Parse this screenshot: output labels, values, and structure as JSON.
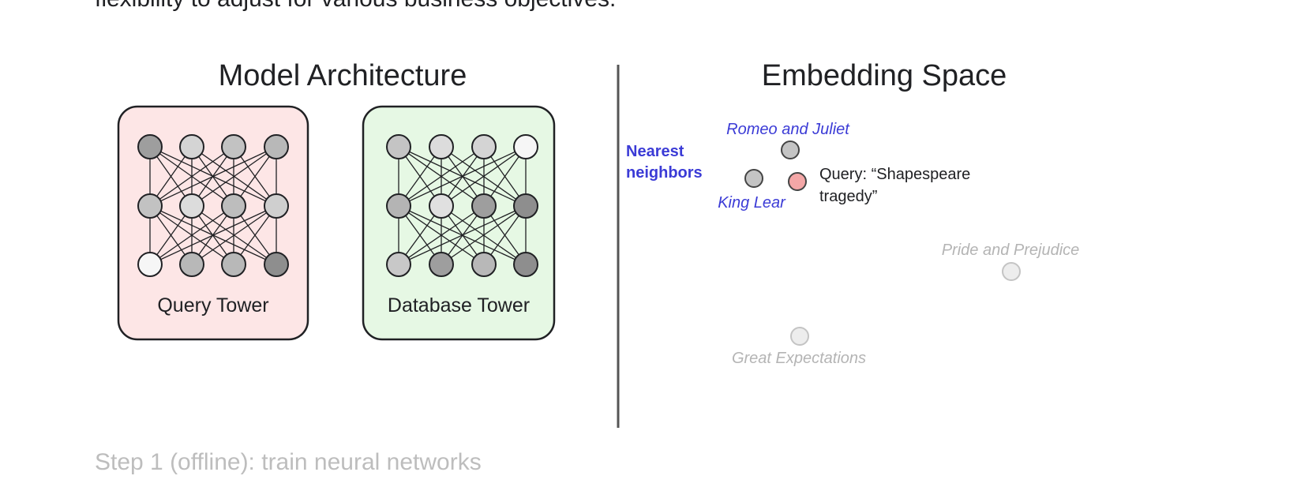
{
  "text": {
    "top_line": "flexibility to adjust for various business objectives.",
    "bottom_line": "Step 1 (offline): train neural networks"
  },
  "model_architecture": {
    "heading": "Model Architecture",
    "towers": [
      {
        "label": "Query Tower",
        "fill": "#fde6e6",
        "node_shades": [
          [
            "#9e9e9e",
            "#d4d4d4",
            "#c2c2c2",
            "#b8b8b8"
          ],
          [
            "#c2c2c2",
            "#dcdcdc",
            "#bdbdbd",
            "#cfcfcf"
          ],
          [
            "#f6f6f6",
            "#b8b8b8",
            "#b8b8b8",
            "#8e8e8e"
          ]
        ]
      },
      {
        "label": "Database Tower",
        "fill": "#e6f8e4",
        "node_shades": [
          [
            "#c4c4c4",
            "#dcdcdc",
            "#d4d4d4",
            "#f6f6f6"
          ],
          [
            "#b4b4b4",
            "#e0e0e0",
            "#9e9e9e",
            "#8e8e8e"
          ],
          [
            "#c8c8c8",
            "#9e9e9e",
            "#b8b8b8",
            "#8e8e8e"
          ]
        ]
      }
    ]
  },
  "embedding_space": {
    "heading": "Embedding Space",
    "nearest_neighbors_label": [
      "Nearest",
      "neighbors"
    ],
    "query_label": [
      "Query: “Shapespeare",
      "tragedy”"
    ],
    "points": [
      {
        "label": "Romeo and Juliet",
        "group": "neighbor",
        "color": "#c4c4c4"
      },
      {
        "label": "King Lear",
        "group": "neighbor",
        "color": "#c4c4c4"
      },
      {
        "label": "",
        "group": "query",
        "color": "#f4a7a7"
      },
      {
        "label": "Pride and Prejudice",
        "group": "far",
        "color": "#ededed"
      },
      {
        "label": "Great Expectations",
        "group": "far",
        "color": "#ededed"
      }
    ]
  },
  "colors": {
    "neighbor_label": "#3b3bd6",
    "far_label": "#b4b4b4",
    "divider": "#555555"
  }
}
